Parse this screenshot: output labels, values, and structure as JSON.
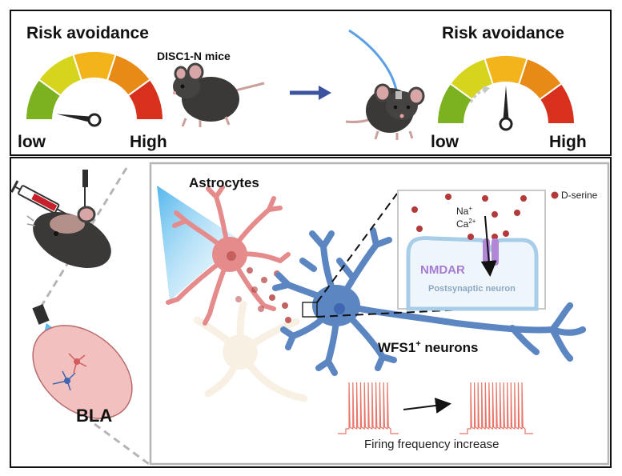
{
  "top_panel": {
    "left_title": "Risk avoidance",
    "right_title": "Risk avoidance",
    "mouse_label": "DISC1-N mice",
    "gauge_low": "low",
    "gauge_high": "High",
    "gauge_segment_colors": [
      "#7cb21f",
      "#d6d41c",
      "#f2b31b",
      "#e88a16",
      "#d7311e"
    ],
    "left_gauge_level": 0.05,
    "right_gauge_level": 0.5
  },
  "left_panel": {
    "region_label": "BLA",
    "syringe_color": "#c8202a",
    "region_fill": "#f3c0c0"
  },
  "main_panel": {
    "astrocytes_label": "Astrocytes",
    "neuron_label_main": "WFS1",
    "neuron_label_sup": "+",
    "neuron_label_rest": " neurons",
    "legend_label": "D-serine",
    "firing_caption": "Firing frequency increase",
    "astrocyte_color": "#e58b8b",
    "neuron_color": "#5b86c2",
    "dserine_color": "#b23a3a",
    "firing_color": "#e8766a",
    "inset": {
      "na_main": "Na",
      "na_sup": "+",
      "ca_main": "Ca",
      "ca_sup": "2+",
      "receptor_label": "NMDAR",
      "membrane_label": "Postsynaptic neuron",
      "receptor_color": "#b088d6"
    }
  }
}
